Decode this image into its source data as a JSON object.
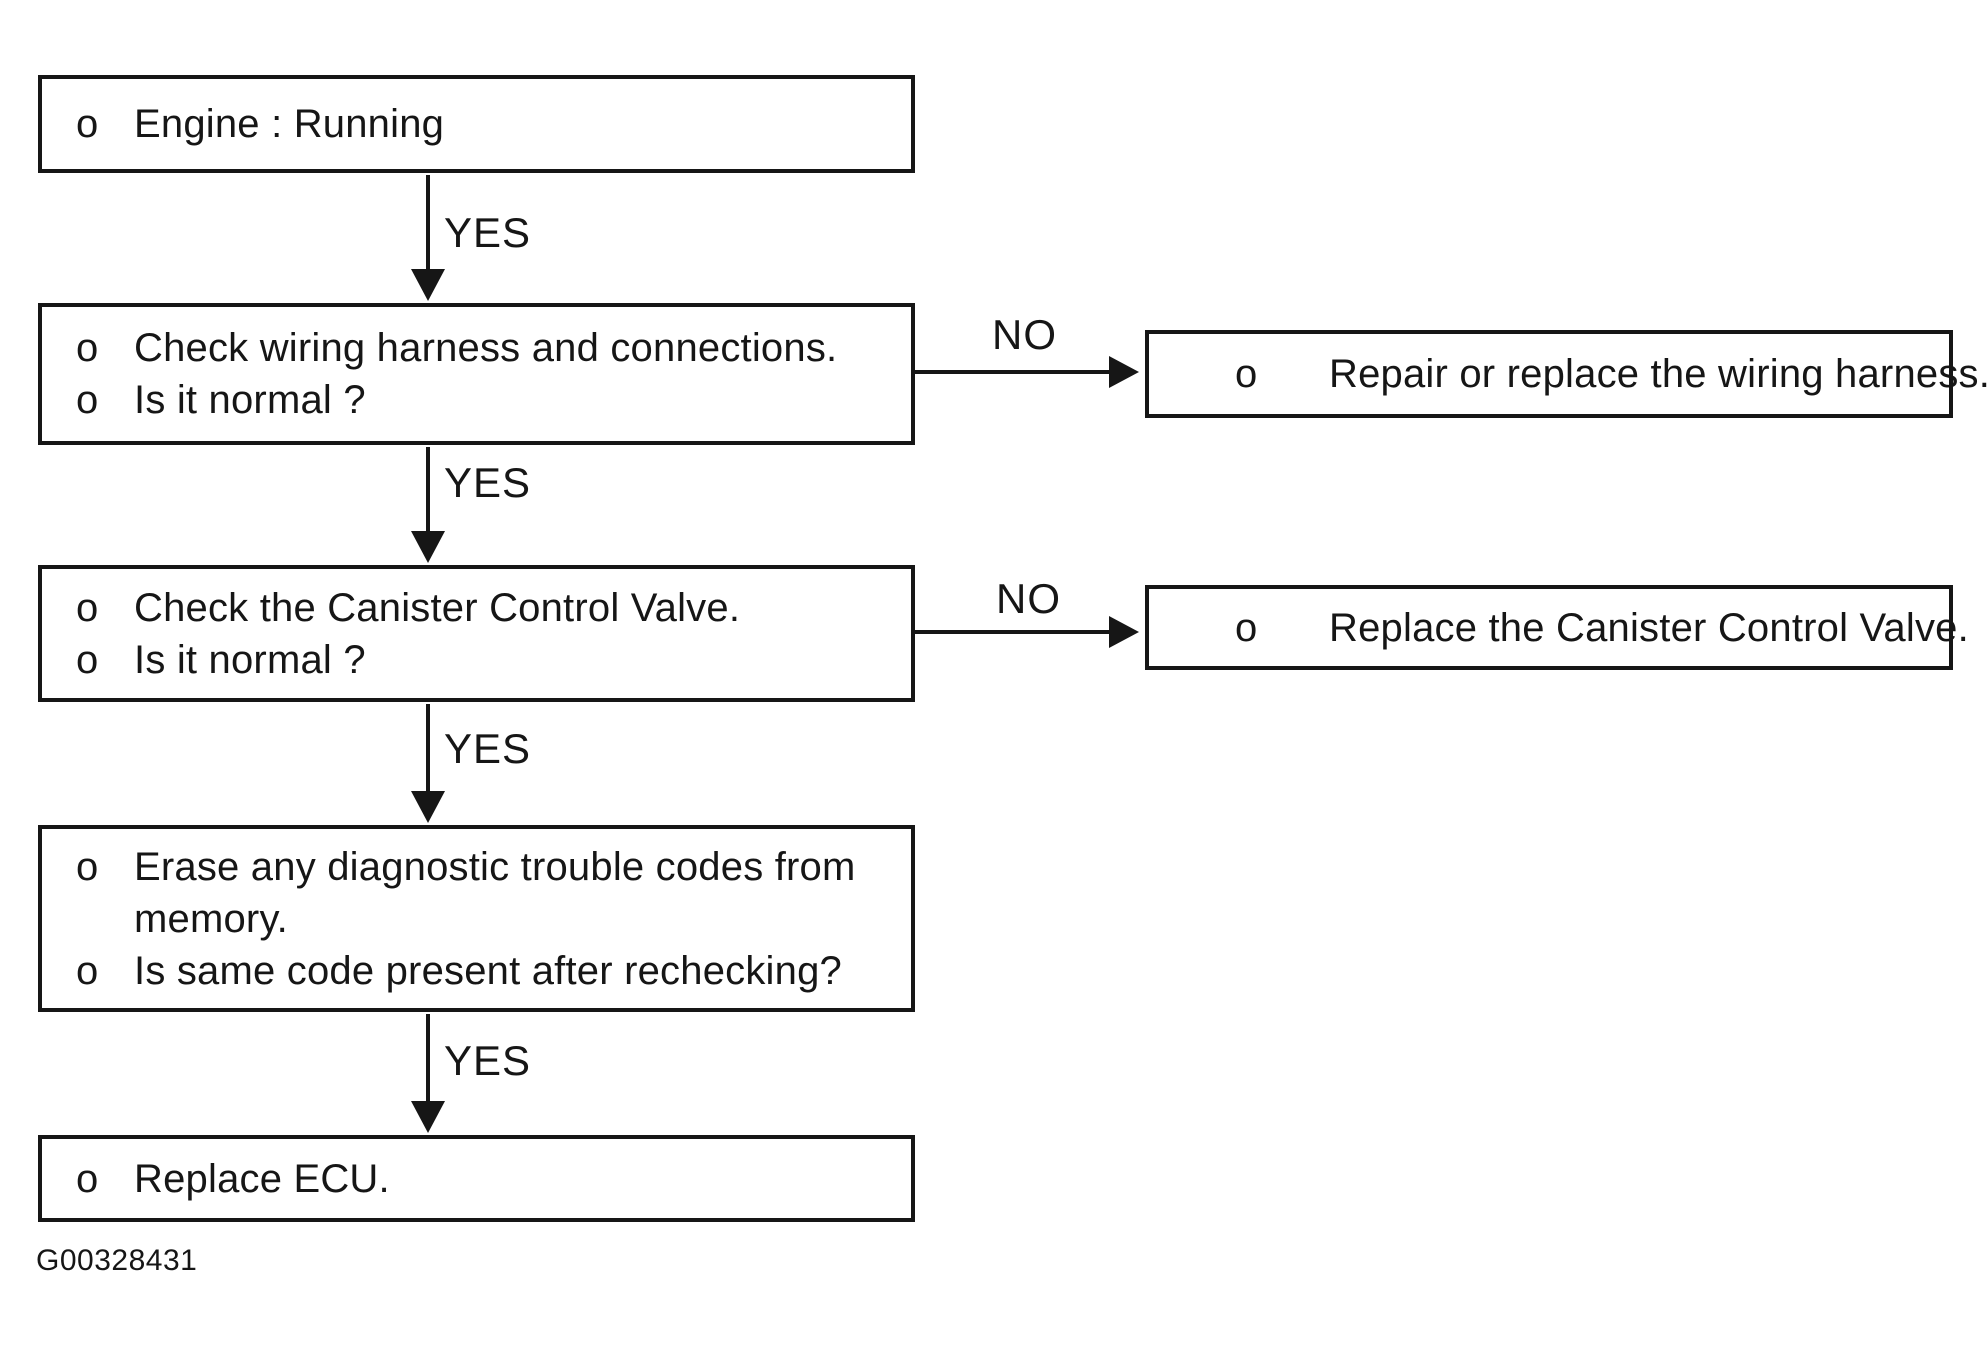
{
  "diagram": {
    "caption": "G00328431",
    "colors": {
      "ink": "#161616",
      "paper": "#ffffff"
    },
    "nodes": {
      "engine": {
        "lines": [
          {
            "bullet": "o",
            "text": "Engine : Running"
          }
        ]
      },
      "check_wiring": {
        "lines": [
          {
            "bullet": "o",
            "text": "Check wiring harness and connections."
          },
          {
            "bullet": "o",
            "text": "Is it normal ?"
          }
        ]
      },
      "repair_harness": {
        "lines": [
          {
            "bullet": "o",
            "text": "Repair or replace the wiring harness."
          }
        ]
      },
      "check_canister": {
        "lines": [
          {
            "bullet": "o",
            "text": "Check the Canister Control Valve."
          },
          {
            "bullet": "o",
            "text": "Is it normal ?"
          }
        ]
      },
      "replace_canister": {
        "lines": [
          {
            "bullet": "o",
            "text": "Replace the Canister Control Valve."
          }
        ]
      },
      "erase_codes": {
        "lines": [
          {
            "bullet": "o",
            "text": "Erase any diagnostic trouble codes from"
          },
          {
            "bullet": "",
            "text": "memory."
          },
          {
            "bullet": "o",
            "text": "Is same code present after rechecking?"
          }
        ]
      },
      "replace_ecu": {
        "lines": [
          {
            "bullet": "o",
            "text": "Replace ECU."
          }
        ]
      }
    },
    "edges": {
      "yes1": {
        "label": "YES"
      },
      "yes2": {
        "label": "YES"
      },
      "yes3": {
        "label": "YES"
      },
      "yes4": {
        "label": "YES"
      },
      "no1": {
        "label": "NO"
      },
      "no2": {
        "label": "NO"
      }
    }
  }
}
